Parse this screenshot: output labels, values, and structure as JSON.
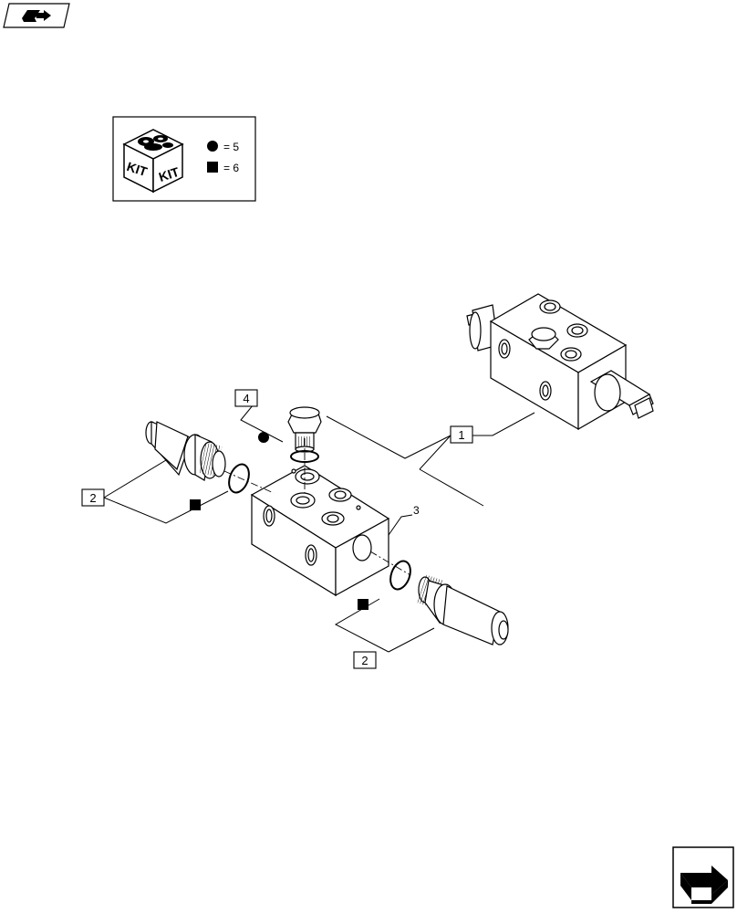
{
  "nav": {
    "back_icon": "back-page-icon",
    "next_icon": "next-page-icon"
  },
  "kit_legend": {
    "box_label_left": "KIT",
    "box_label_right": "KIT",
    "circle_entry": "= 5",
    "square_entry": "= 6"
  },
  "callouts": {
    "item1": "1",
    "item2_upper": "2",
    "item2_lower": "2",
    "item3": "3",
    "item4": "4"
  }
}
